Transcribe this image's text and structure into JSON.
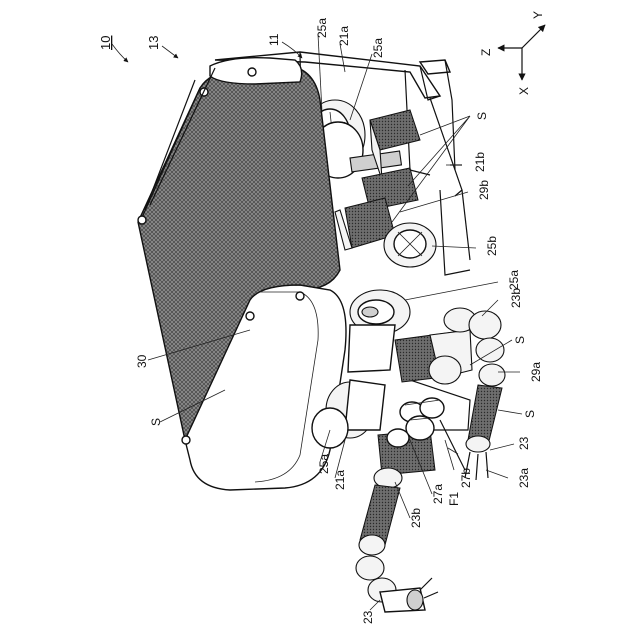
{
  "labels": {
    "l10": "10",
    "l13": "13",
    "l11": "11",
    "l21a_top": "21a",
    "l25a_1": "25a",
    "l25a_2": "25a",
    "lS_top": "S",
    "l21b": "21b",
    "l29b": "29b",
    "l25b": "25b",
    "l25a_3": "25a",
    "l23b_right": "23b",
    "lS_mid": "S",
    "l29a": "29a",
    "lS_right": "S",
    "l23_right": "23",
    "l23a": "23a",
    "l27b": "27b",
    "lF1": "F1",
    "l27a": "27a",
    "l23b_left": "23b",
    "l21a_bottom": "21a",
    "l25a_4": "25a",
    "l30": "30",
    "lS_left": "S",
    "l23_bottom": "23"
  },
  "axes": {
    "y": "Y",
    "z": "Z",
    "x": "X"
  }
}
